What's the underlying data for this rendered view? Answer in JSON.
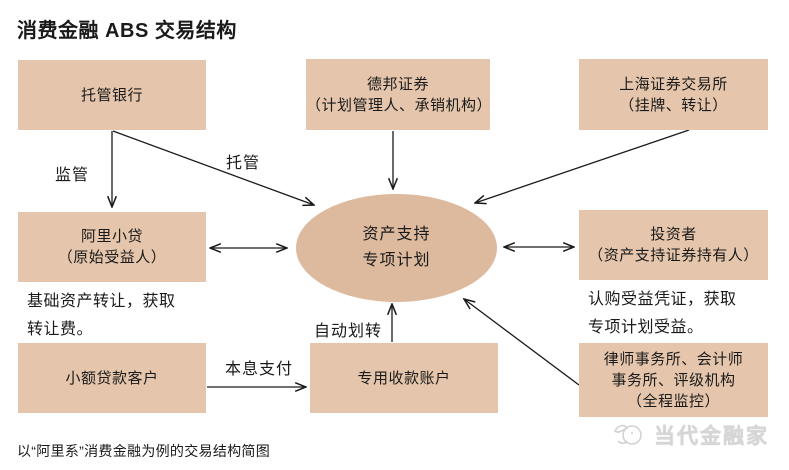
{
  "title": "消费金融 ABS 交易结构",
  "caption": "以“阿里系”消费金融为例的交易结构简图",
  "colors": {
    "box_fill": "#e5c6ac",
    "ellipse_fill": "#ddb99e",
    "line": "#1a1a1a",
    "watermark": "#d6d6d6"
  },
  "nodes": {
    "custodian_bank": {
      "label": "托管银行"
    },
    "debang_securities": {
      "label": "德邦证券\n（计划管理人、承销机构）"
    },
    "shanghai_exchange": {
      "label": "上海证券交易所\n（挂牌、转让）"
    },
    "ali_microloan": {
      "label": "阿里小贷\n（原始受益人）"
    },
    "loan_customers": {
      "label": "小额贷款客户"
    },
    "collection_account": {
      "label": "专用收款账户"
    },
    "investors": {
      "label": "投资者\n（资产支持证券持有人）"
    },
    "intermediaries": {
      "label": "律师事务所、会计师\n事务所、评级机构\n（全程监控）"
    },
    "spv_plan": {
      "label": "资产支持\n专项计划"
    }
  },
  "edge_labels": {
    "supervision": "监管",
    "custody": "托管",
    "principal_interest": "本息支付",
    "auto_transfer": "自动划转"
  },
  "annotations": {
    "ali_note": "基础资产转让，获取\n转让费。",
    "investor_note": "认购受益凭证，获取\n专项计划受益。"
  },
  "watermark": {
    "text": "当代金融家",
    "logo": "modern-bankers-logo"
  }
}
